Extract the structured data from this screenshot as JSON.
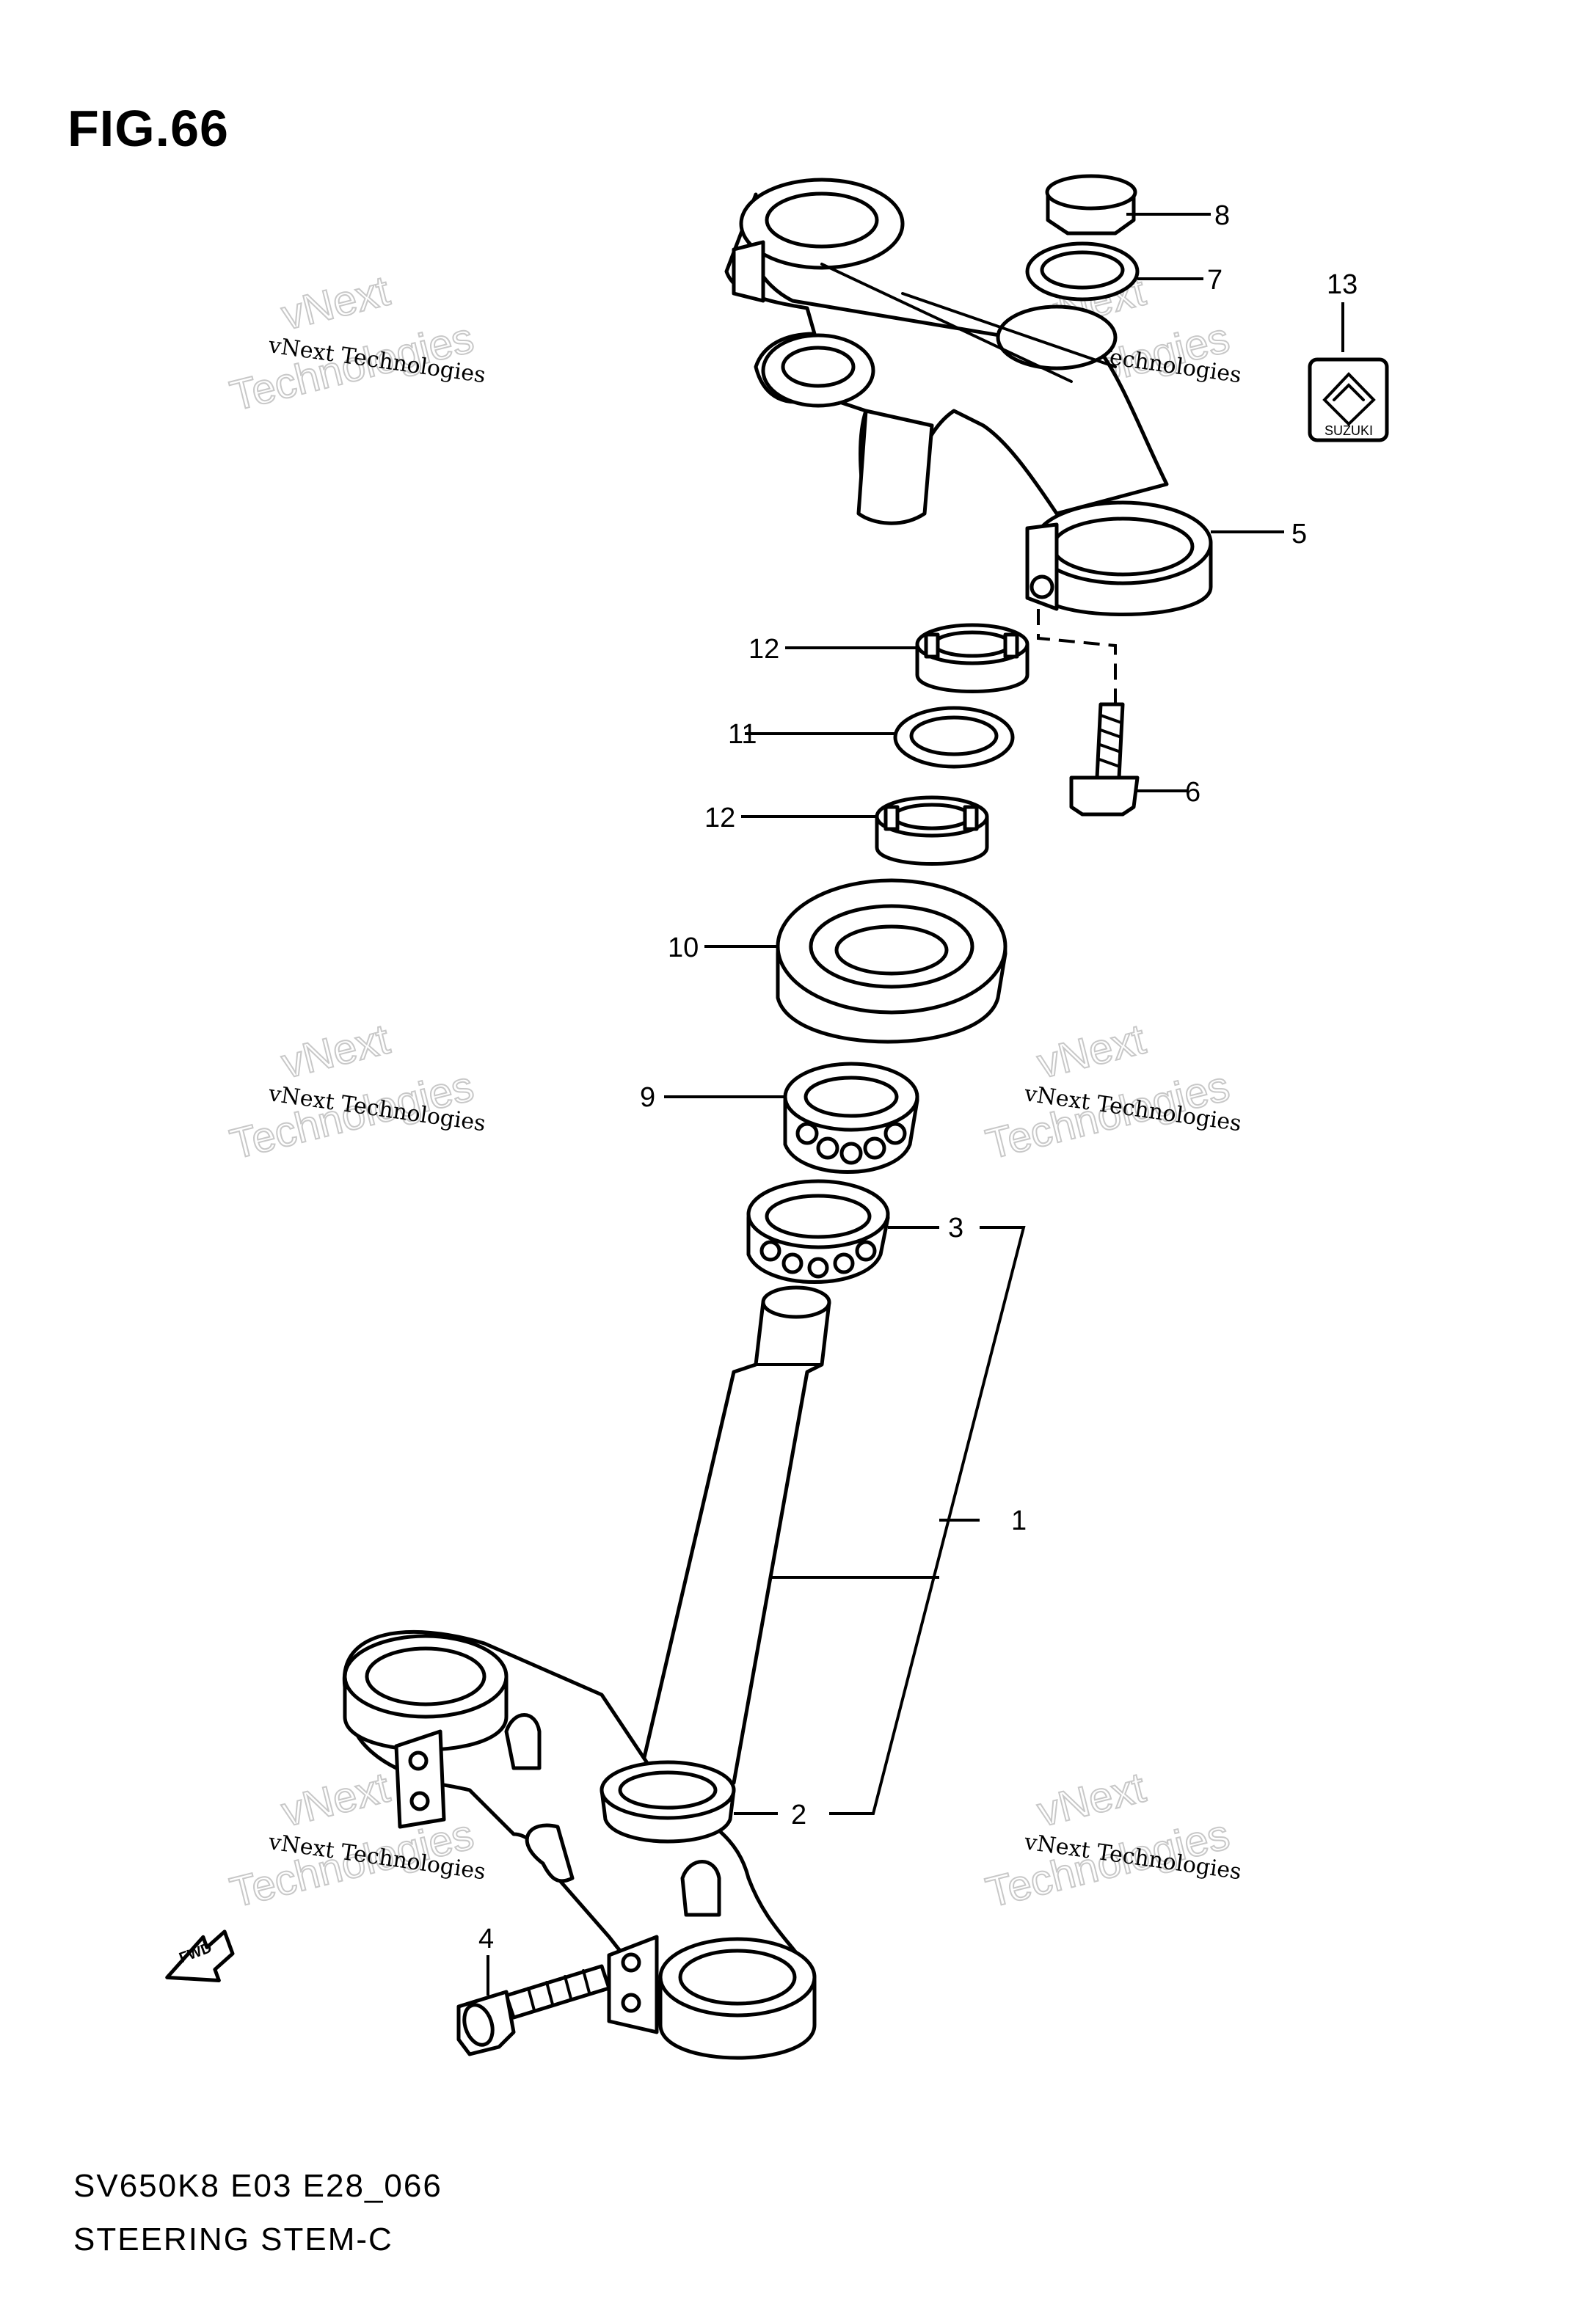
{
  "figure": {
    "title": "FIG.66",
    "model_code": "SV650K8 E03 E28_066",
    "section_name": "STEERING STEM-C"
  },
  "callouts": [
    "1",
    "2",
    "3",
    "4",
    "5",
    "6",
    "7",
    "8",
    "9",
    "10",
    "11",
    "12",
    "12",
    "13"
  ],
  "watermark": {
    "line_small": "vNext Technologies",
    "line_big_1": "vNext",
    "line_big_2": "Technologies"
  },
  "emblem_text": "SUZUKI",
  "direction_label": "FWD"
}
